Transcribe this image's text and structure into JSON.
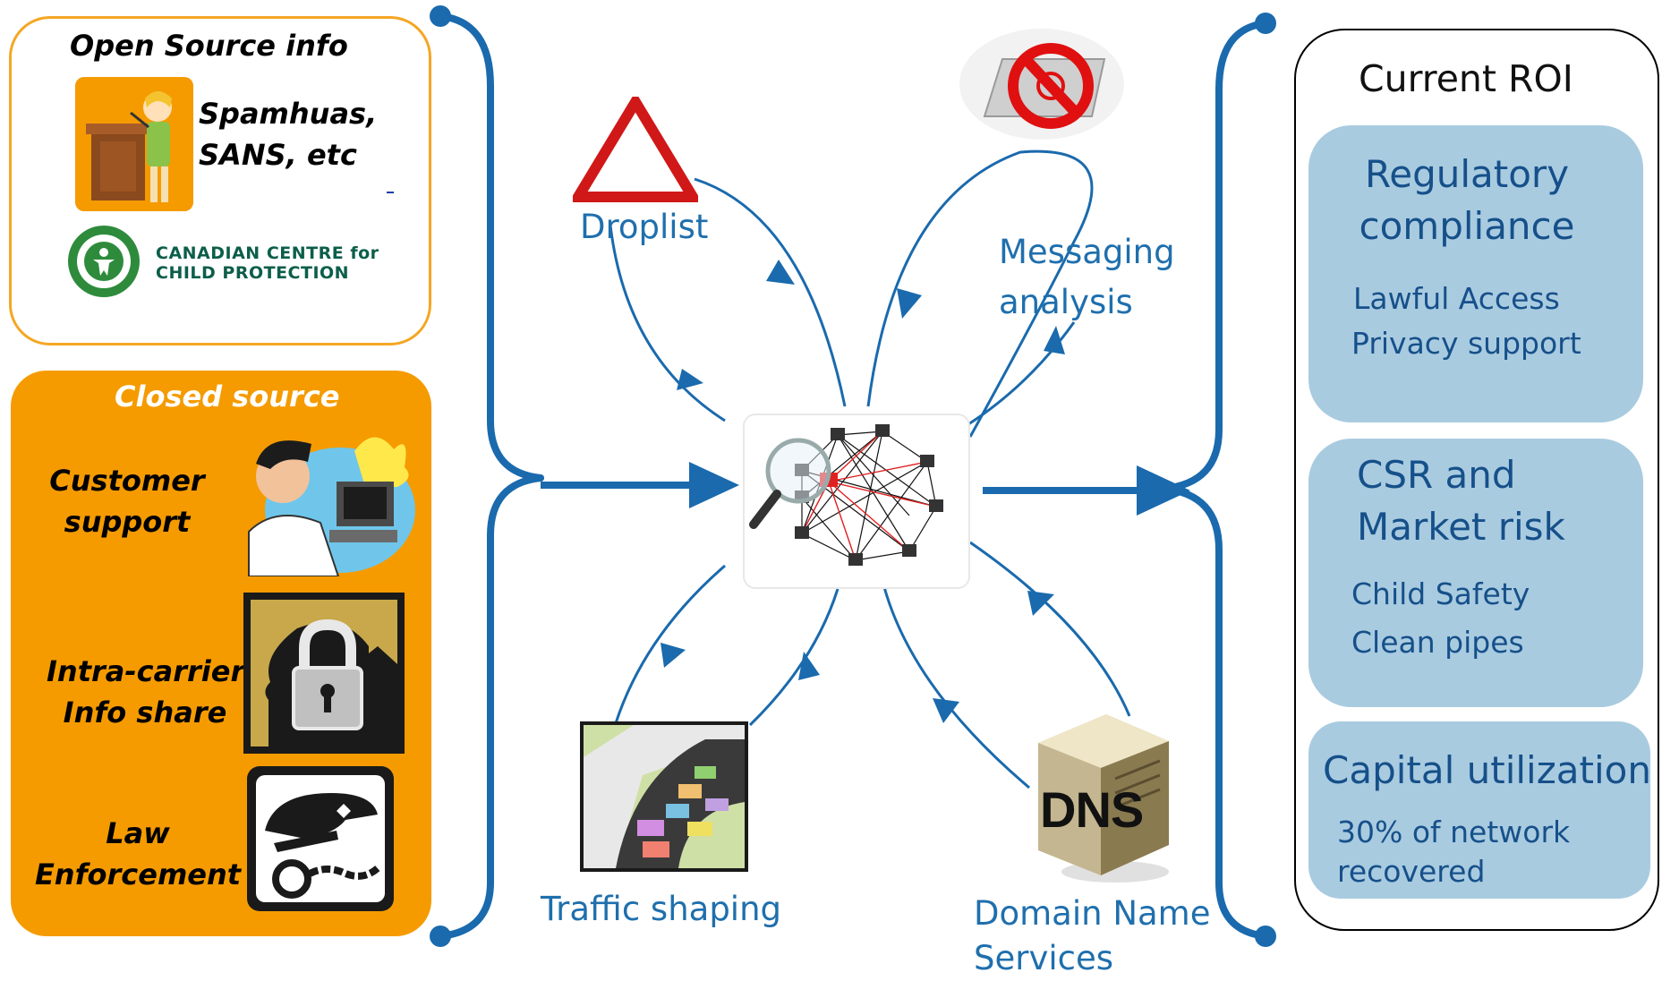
{
  "open_source": {
    "title": "Open Source info",
    "speaker_label": "Spamhuas,\nSANS, etc",
    "ccp_logo_text": "CANADIAN CENTRE for\nCHILD PROTECTION"
  },
  "closed_source": {
    "title": "Closed source",
    "items": [
      {
        "label": "Customer\nsupport",
        "icon": "customer-support-icon"
      },
      {
        "label": "Intra-carrier\nInfo share",
        "icon": "lock-head-icon"
      },
      {
        "label": "Law\nEnforcement",
        "icon": "police-handcuffs-icon"
      }
    ]
  },
  "center": {
    "hub_icon": "network-magnifier-icon",
    "nodes": [
      {
        "label": "Droplist",
        "icon": "warning-triangle-icon"
      },
      {
        "label": "Messaging\nanalysis",
        "icon": "no-email-icon"
      },
      {
        "label": "Traffic shaping",
        "icon": "traffic-jam-icon"
      },
      {
        "label": "Domain Name\nServices",
        "icon": "dns-server-icon",
        "icon_text": "DNS"
      }
    ]
  },
  "roi": {
    "title": "Current ROI",
    "cards": [
      {
        "heading": "Regulatory\ncompliance",
        "items": [
          "Lawful Access",
          "Privacy support"
        ]
      },
      {
        "heading": "CSR and\nMarket risk",
        "items": [
          "Child Safety",
          "Clean pipes"
        ]
      },
      {
        "heading": "Capital utilization",
        "items": [
          "30% of network\nrecovered"
        ]
      }
    ]
  },
  "colors": {
    "orange": "#f59b00",
    "orange_border": "#f5a623",
    "card_blue": "#a9cbe0",
    "arrow_blue": "#1a6aad",
    "text_navy": "#16508a"
  }
}
